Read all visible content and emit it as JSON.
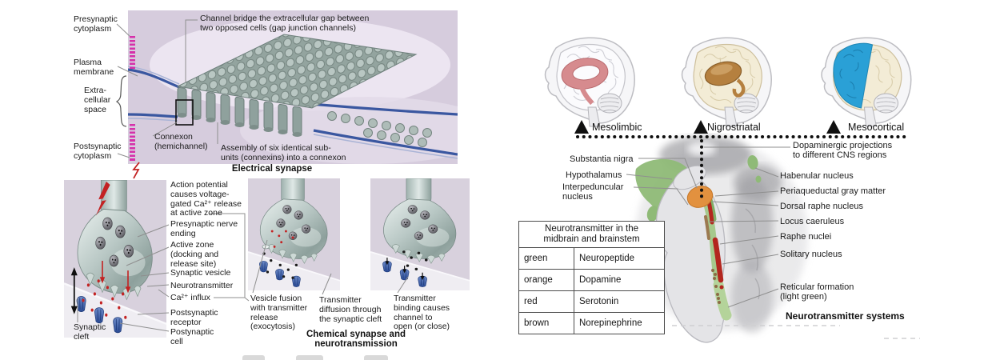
{
  "figure": {
    "electrical": {
      "presynaptic_cytoplasm": "Presynaptic\ncytoplasm",
      "plasma_membrane": "Plasma\nmembrane",
      "extracellular_space": "Extra-\ncellular\nspace",
      "postsynaptic_cytoplasm": "Postsynaptic\ncytoplasm",
      "channel_bridge": "Channel bridge the extracellular gap between\ntwo opposed cells (gap junction channels)",
      "connexon": "Connexon\n(hemichannel)",
      "assembly": "Assembly of six identical sub-\nunits (connexins) into a connexon",
      "caption": "Electrical synapse"
    },
    "chemical": {
      "action_potential": "Action potential\ncauses voltage-\ngated Ca²⁺ release\nat active zone",
      "presynaptic_nerve_ending": "Presynaptic nerve\nending",
      "active_zone": "Active zone\n(docking and\nrelease site)",
      "synaptic_vesicle": "Synaptic vesicle",
      "neurotransmitter": "Neurotransmitter",
      "ca_influx": "Ca²⁺ influx",
      "postsynaptic_receptor": "Postsynaptic\nreceptor",
      "postsynaptic_cell": "Postynaptic\ncell",
      "synaptic_cleft": "Synaptic\ncleft",
      "vesicle_fusion": "Vesicle fusion\nwith transmitter\nrelease\n(exocytosis)",
      "transmitter_diffusion": "Transmitter\ndiffusion through\nthe synaptic cleft",
      "transmitter_binding": "Transmitter\nbinding causes\nchannel to\nopen (or close)",
      "caption": "Chemical synapse and neurotransmission"
    },
    "projections": {
      "mesolimbic": "Mesolimbic",
      "nigrostriatal": "Nigrostriatal",
      "mesocortical": "Mesocortical",
      "dopaminergic": "Dopaminergic projections\nto different CNS regions"
    },
    "brainstem": {
      "substantia_nigra": "Substantia nigra",
      "hypothalamus": "Hypothalamus",
      "interpeduncular_nucleus": "Interpeduncular\nnucleus",
      "habenular_nucleus": "Habenular nucleus",
      "periaqueductal": "Periaqueductal gray matter",
      "dorsal_raphe": "Dorsal raphe nucleus",
      "locus_caeruleus": "Locus caeruleus",
      "raphe_nuclei": "Raphe nuclei",
      "solitary_nucleus": "Solitary nucleus",
      "reticular_formation": "Reticular formation\n(light green)",
      "caption": "Neurotransmitter systems"
    },
    "legend_table": {
      "header": "Neurotransmitter in the\nmidbrain and brainstem",
      "rows": [
        {
          "color": "green",
          "transmitter": "Neuropeptide"
        },
        {
          "color": "orange",
          "transmitter": "Dopamine"
        },
        {
          "color": "red",
          "transmitter": "Serotonin"
        },
        {
          "color": "brown",
          "transmitter": "Norepinephrine"
        }
      ]
    },
    "palette": {
      "mesolimbic_highlight": "#d68b8e",
      "nigrostriatal_highlight": "#b5803f",
      "mesocortical_highlight": "#2aa0d6",
      "neuropeptide_green": "#8fba77",
      "dopamine_orange": "#e2913f",
      "serotonin_red": "#b3261e",
      "norepinephrine_brown": "#9b7950",
      "membrane_blue": "#3a57a0",
      "magenta_strip": "#d630aa",
      "lavender_bg": "#d8d1dd"
    }
  }
}
